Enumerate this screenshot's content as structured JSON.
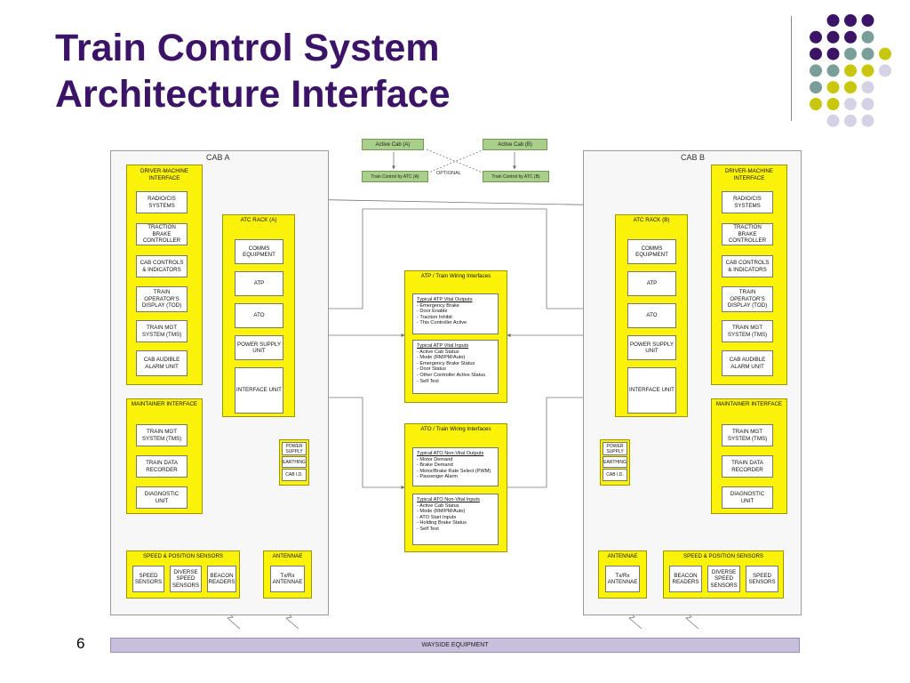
{
  "title": {
    "line1": "Train Control System",
    "line2": "Architecture Interface"
  },
  "page_number": "6",
  "accent_colors": {
    "purple": "#3b1467",
    "teal": "#7a9e9a",
    "yellow_green": "#c9c60f",
    "lavender": "#d4d2e4"
  },
  "diagram": {
    "top": {
      "active_cab_a": "Active Cab (A)",
      "active_cab_b": "Active Cab (B)",
      "control_a": "Train Control by ATC (A)",
      "control_b": "Train Control by ATC (B)",
      "optional": "OPTIONAL"
    },
    "cab_a": {
      "label": "CAB A",
      "dmi": {
        "title": "DRIVER-MACHINE INTERFACE",
        "items": [
          "RADIO/CIS SYSTEMS",
          "TRACTION BRAKE CONTROLLER",
          "CAB CONTROLS & INDICATORS",
          "TRAIN OPERATOR'S DISPLAY (TOD)",
          "TRAIN MGT SYSTEM (TMS)",
          "CAB AUDIBLE ALARM UNIT"
        ]
      },
      "atc_rack": {
        "title": "ATC RACK (A)",
        "items": [
          "COMMS EQUIPMENT",
          "ATP",
          "ATO",
          "POWER SUPPLY UNIT",
          "INTERFACE UNIT"
        ]
      },
      "maintainer": {
        "title": "MAINTAINER INTERFACE",
        "items": [
          "TRAIN MGT SYSTEM (TMS)",
          "TRAIN DATA RECORDER",
          "DIAGNOSTIC UNIT"
        ]
      },
      "power": [
        "POWER SUPPLY",
        "EARTHING",
        "CAB I.D."
      ],
      "sensors": {
        "title": "SPEED & POSITION SENSORS",
        "items": [
          "SPEED SENSORS",
          "DIVERSE SPEED SENSORS",
          "BEACON READERS"
        ]
      },
      "antennae": {
        "title": "ANTENNAE",
        "item": "Tx/Rx ANTENNAE"
      }
    },
    "cab_b": {
      "label": "CAB B",
      "dmi": {
        "title": "DRIVER-MACHINE INTERFACE",
        "items": [
          "RADIO/CIS SYSTEMS",
          "TRACTION BRAKE CONTROLLER",
          "CAB CONTROLS & INDICATORS",
          "TRAIN OPERATOR'S DISPLAY (TOD)",
          "TRAIN MGT SYSTEM (TMS)",
          "CAB AUDIBLE ALARM UNIT"
        ]
      },
      "atc_rack": {
        "title": "ATC RACK (B)",
        "items": [
          "COMMS EQUIPMENT",
          "ATP",
          "ATO",
          "POWER SUPPLY UNIT",
          "INTERFACE UNIT"
        ]
      },
      "maintainer": {
        "title": "MAINTAINER INTERFACE",
        "items": [
          "TRAIN MGT SYSTEM (TMS)",
          "TRAIN DATA RECORDER",
          "DIAGNOSTIC UNIT"
        ]
      },
      "power": [
        "POWER SUPPLY",
        "EARTHING",
        "CAB I.D."
      ],
      "sensors": {
        "title": "SPEED & POSITION SENSORS",
        "items": [
          "BEACON READERS",
          "DIVERSE SPEED SENSORS",
          "SPEED SENSORS"
        ]
      },
      "antennae": {
        "title": "ANTENNAE",
        "item": "Tx/Rx ANTENNAE"
      }
    },
    "atp_interface": {
      "title": "ATP / Train Wiring Interfaces",
      "outputs_heading": "Typical ATP Vital Outputs",
      "outputs": [
        "- Emergency Brake",
        "- Door Enable",
        "- Traction Inhibit",
        "- This Controller Active"
      ],
      "inputs_heading": "Typical ATP Vital Inputs",
      "inputs": [
        "- Active Cab Status",
        "- Mode (RM/PM/Auto)",
        "- Emergency Brake Status",
        "- Door Status",
        "- Other Controller Active Status",
        "- Self Test"
      ]
    },
    "ato_interface": {
      "title": "ATO / Train Wiring Interfaces",
      "outputs_heading": "Typical ATO Non-Vital Outputs",
      "outputs": [
        "- Motor Demand",
        "- Brake Demand",
        "- Motor/Brake Rate Select (PWM)",
        "- Passenger Alarm"
      ],
      "inputs_heading": "Typical ATO Non-Vital Inputs",
      "inputs": [
        "- Active Cab Status",
        "- Mode (RM/PM/Auto)",
        "- ATO Start Inputs",
        "- Holding Brake Status",
        "- Self Test"
      ]
    },
    "wayside": "WAYSIDE EQUIPMENT"
  }
}
